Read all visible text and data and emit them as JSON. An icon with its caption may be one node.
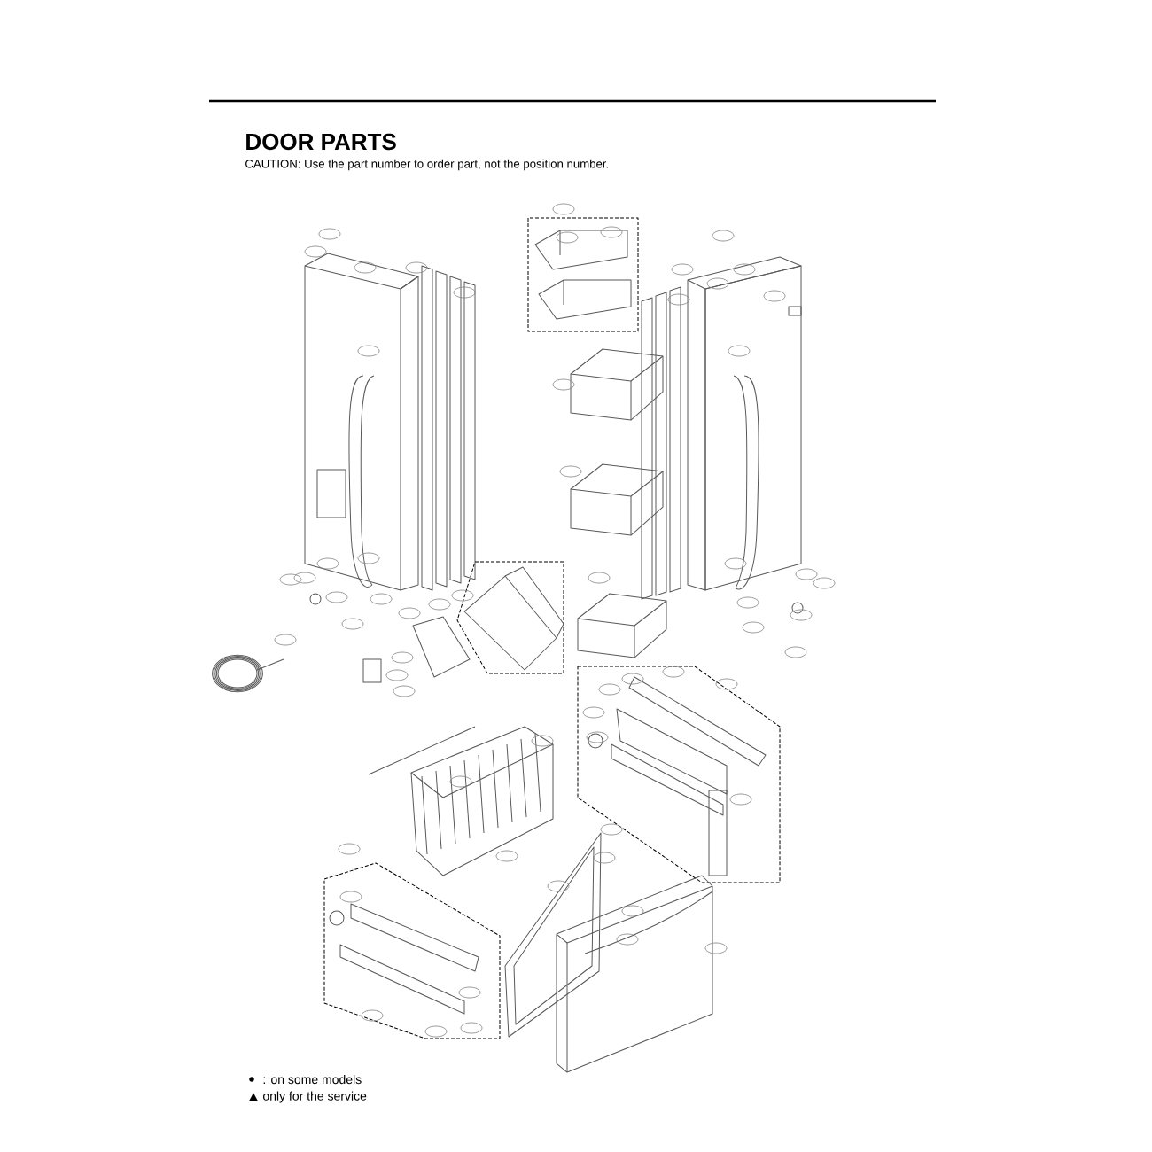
{
  "diagram": {
    "title": "DOOR PARTS",
    "labels": [
      "CAUTION: Use the part number to order part, not the position number."
    ],
    "legend": [
      {
        "text": ": on some models"
      },
      {
        "text": "only for the service"
      }
    ]
  }
}
